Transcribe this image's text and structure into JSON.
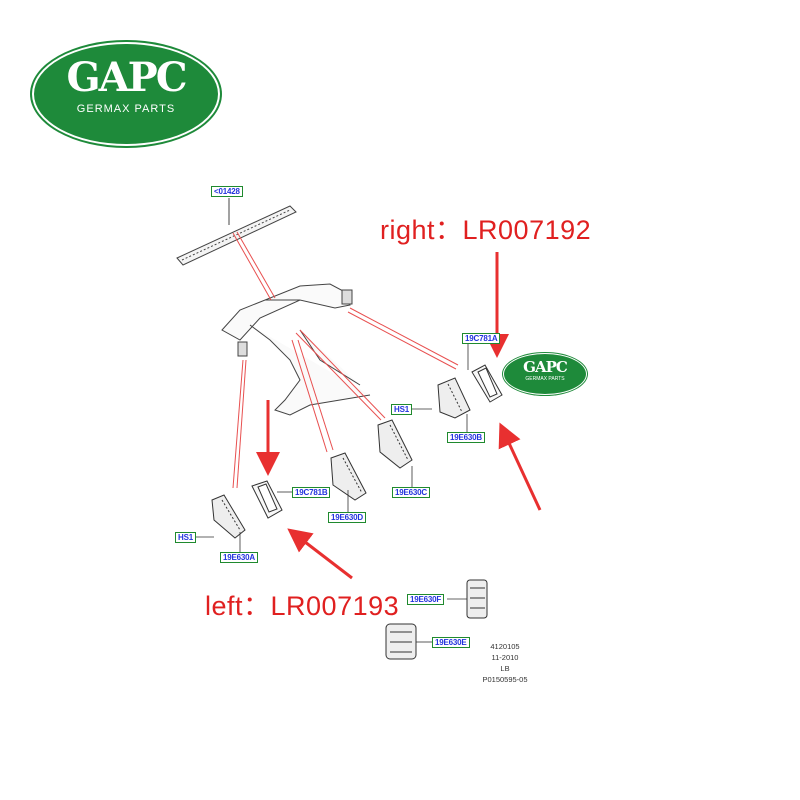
{
  "logo": {
    "mark": "GAPC",
    "brand": "GERMAX PARTS",
    "color": "#1e8a3a"
  },
  "small_logo": {
    "mark": "GAPC",
    "brand": "GERMAX PARTS"
  },
  "annotations": {
    "right": "right：LR007192",
    "left": "left：LR007193",
    "color": "#e02020"
  },
  "labels": {
    "top_vent": "<01428",
    "c781a": "19C781A",
    "hs1_right": "HS1",
    "e630b": "19E630B",
    "e630c": "19E630C",
    "c781b": "19C781B",
    "e630d": "19E630D",
    "hs1_left": "HS1",
    "e630a": "19E630A",
    "e630f": "19E630F",
    "e630e": "19E630E"
  },
  "footer": [
    "4120105",
    "11-2010",
    "LB",
    "P0150595-05"
  ]
}
